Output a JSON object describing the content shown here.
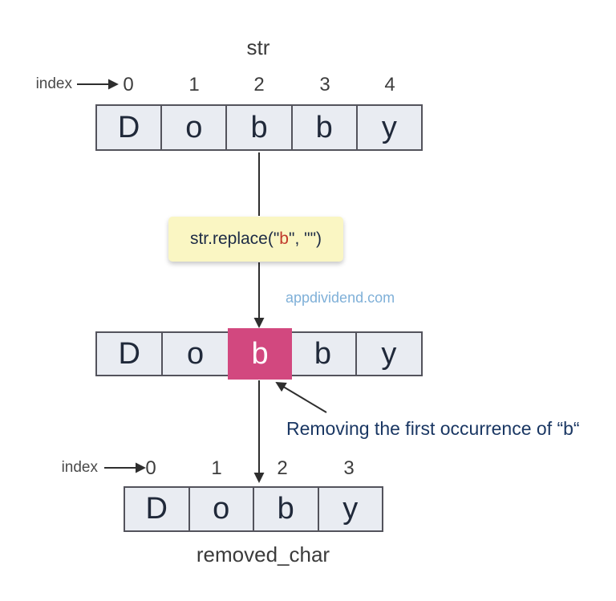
{
  "colors": {
    "cell_bg": "#e9ecf2",
    "cell_border": "#53535c",
    "cell_text": "#20293a",
    "highlight_cell_bg": "#d2487f",
    "highlight_cell_text": "#ffffff",
    "code_box_bg": "#faf6c3",
    "code_text": "#1d2b45",
    "code_highlight_red": "#c0392b",
    "watermark_blue": "#7fb0d8",
    "annotation_navy": "#1a3763",
    "arrow": "#2e2e2e"
  },
  "top_array": {
    "title": "str",
    "index_label": "index",
    "indices": [
      "0",
      "1",
      "2",
      "3",
      "4"
    ],
    "cells": [
      "D",
      "o",
      "b",
      "b",
      "y"
    ]
  },
  "code_box": {
    "prefix": "str.replace(\"",
    "highlight": "b",
    "suffix": "\", \"\")"
  },
  "watermark": {
    "text": "appdividend.com"
  },
  "middle_array": {
    "cells": [
      "D",
      "o",
      "b",
      "b",
      "y"
    ],
    "highlight_index": 2
  },
  "annotation": {
    "text": "Removing the first occurrence of “b“"
  },
  "bottom_array": {
    "index_label": "index",
    "indices": [
      "0",
      "1",
      "2",
      "3"
    ],
    "cells": [
      "D",
      "o",
      "b",
      "y"
    ],
    "caption": "removed_char"
  }
}
